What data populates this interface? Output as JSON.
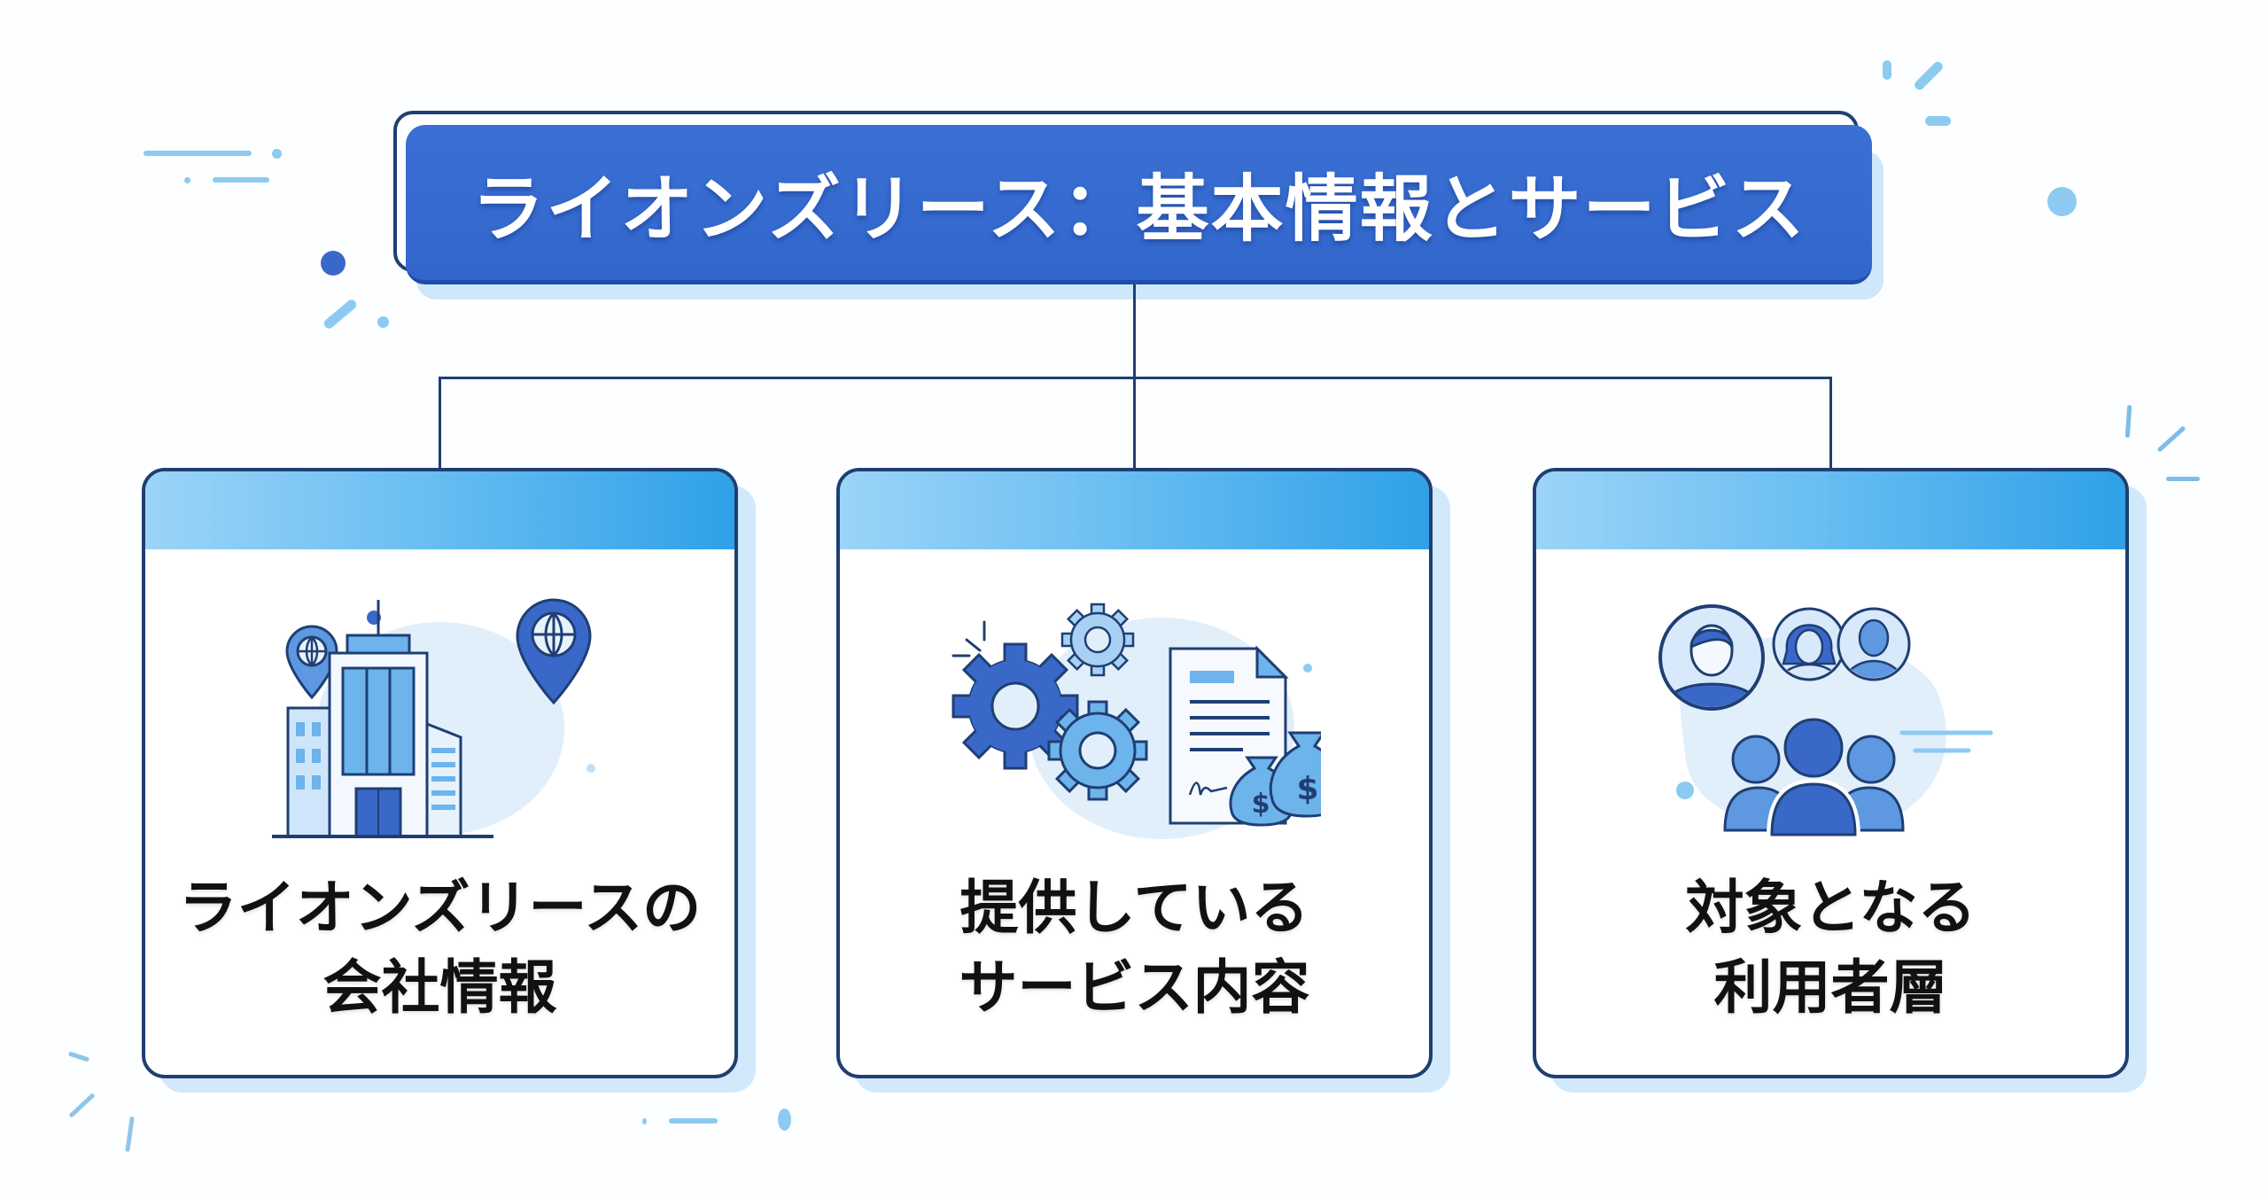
{
  "title": "ライオンズリース：基本情報とサービス",
  "colors": {
    "title_fill": "#3266cc",
    "outline": "#1f3f73",
    "header_gradient_start": "#9bd4f7",
    "header_gradient_end": "#2fa1e8",
    "accent_light": "#8ccaf2",
    "icon_dark": "#2f62c4"
  },
  "cards": [
    {
      "icon": "office-building-with-globe-pins-icon",
      "label_lines": [
        "ライオンズリースの",
        "会社情報"
      ]
    },
    {
      "icon": "gears-document-money-bags-icon",
      "label_lines": [
        "提供している",
        "サービス内容"
      ]
    },
    {
      "icon": "users-group-icon",
      "label_lines": [
        "対象となる",
        "利用者層"
      ]
    }
  ]
}
